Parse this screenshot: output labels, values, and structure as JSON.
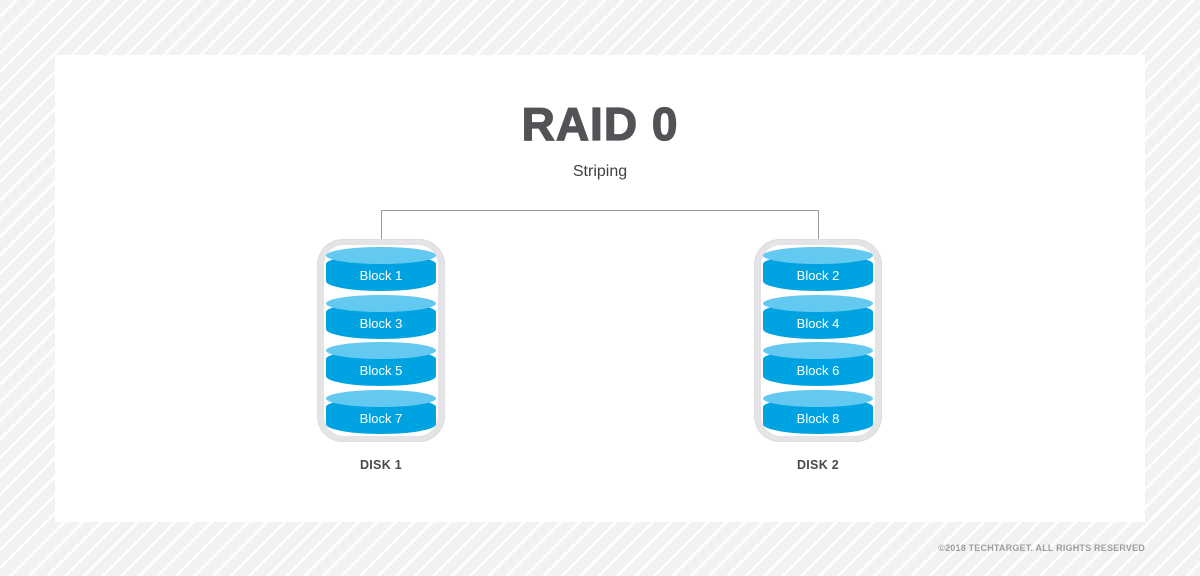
{
  "header": {
    "title": "RAID 0",
    "subtitle": "Striping"
  },
  "disks": [
    {
      "label": "DISK 1",
      "blocks": [
        "Block 1",
        "Block 3",
        "Block 5",
        "Block 7"
      ]
    },
    {
      "label": "DISK 2",
      "blocks": [
        "Block 2",
        "Block 4",
        "Block 6",
        "Block 8"
      ]
    }
  ],
  "footer": {
    "copyright": "©2018 TECHTARGET. ALL RIGHTS RESERVED"
  },
  "colors": {
    "block_body": "#00a3e2",
    "block_top": "#63c9f0",
    "disk_shell": "#e4e4e6",
    "connector_line": "#9a9a9a",
    "title_text": "#525356"
  }
}
